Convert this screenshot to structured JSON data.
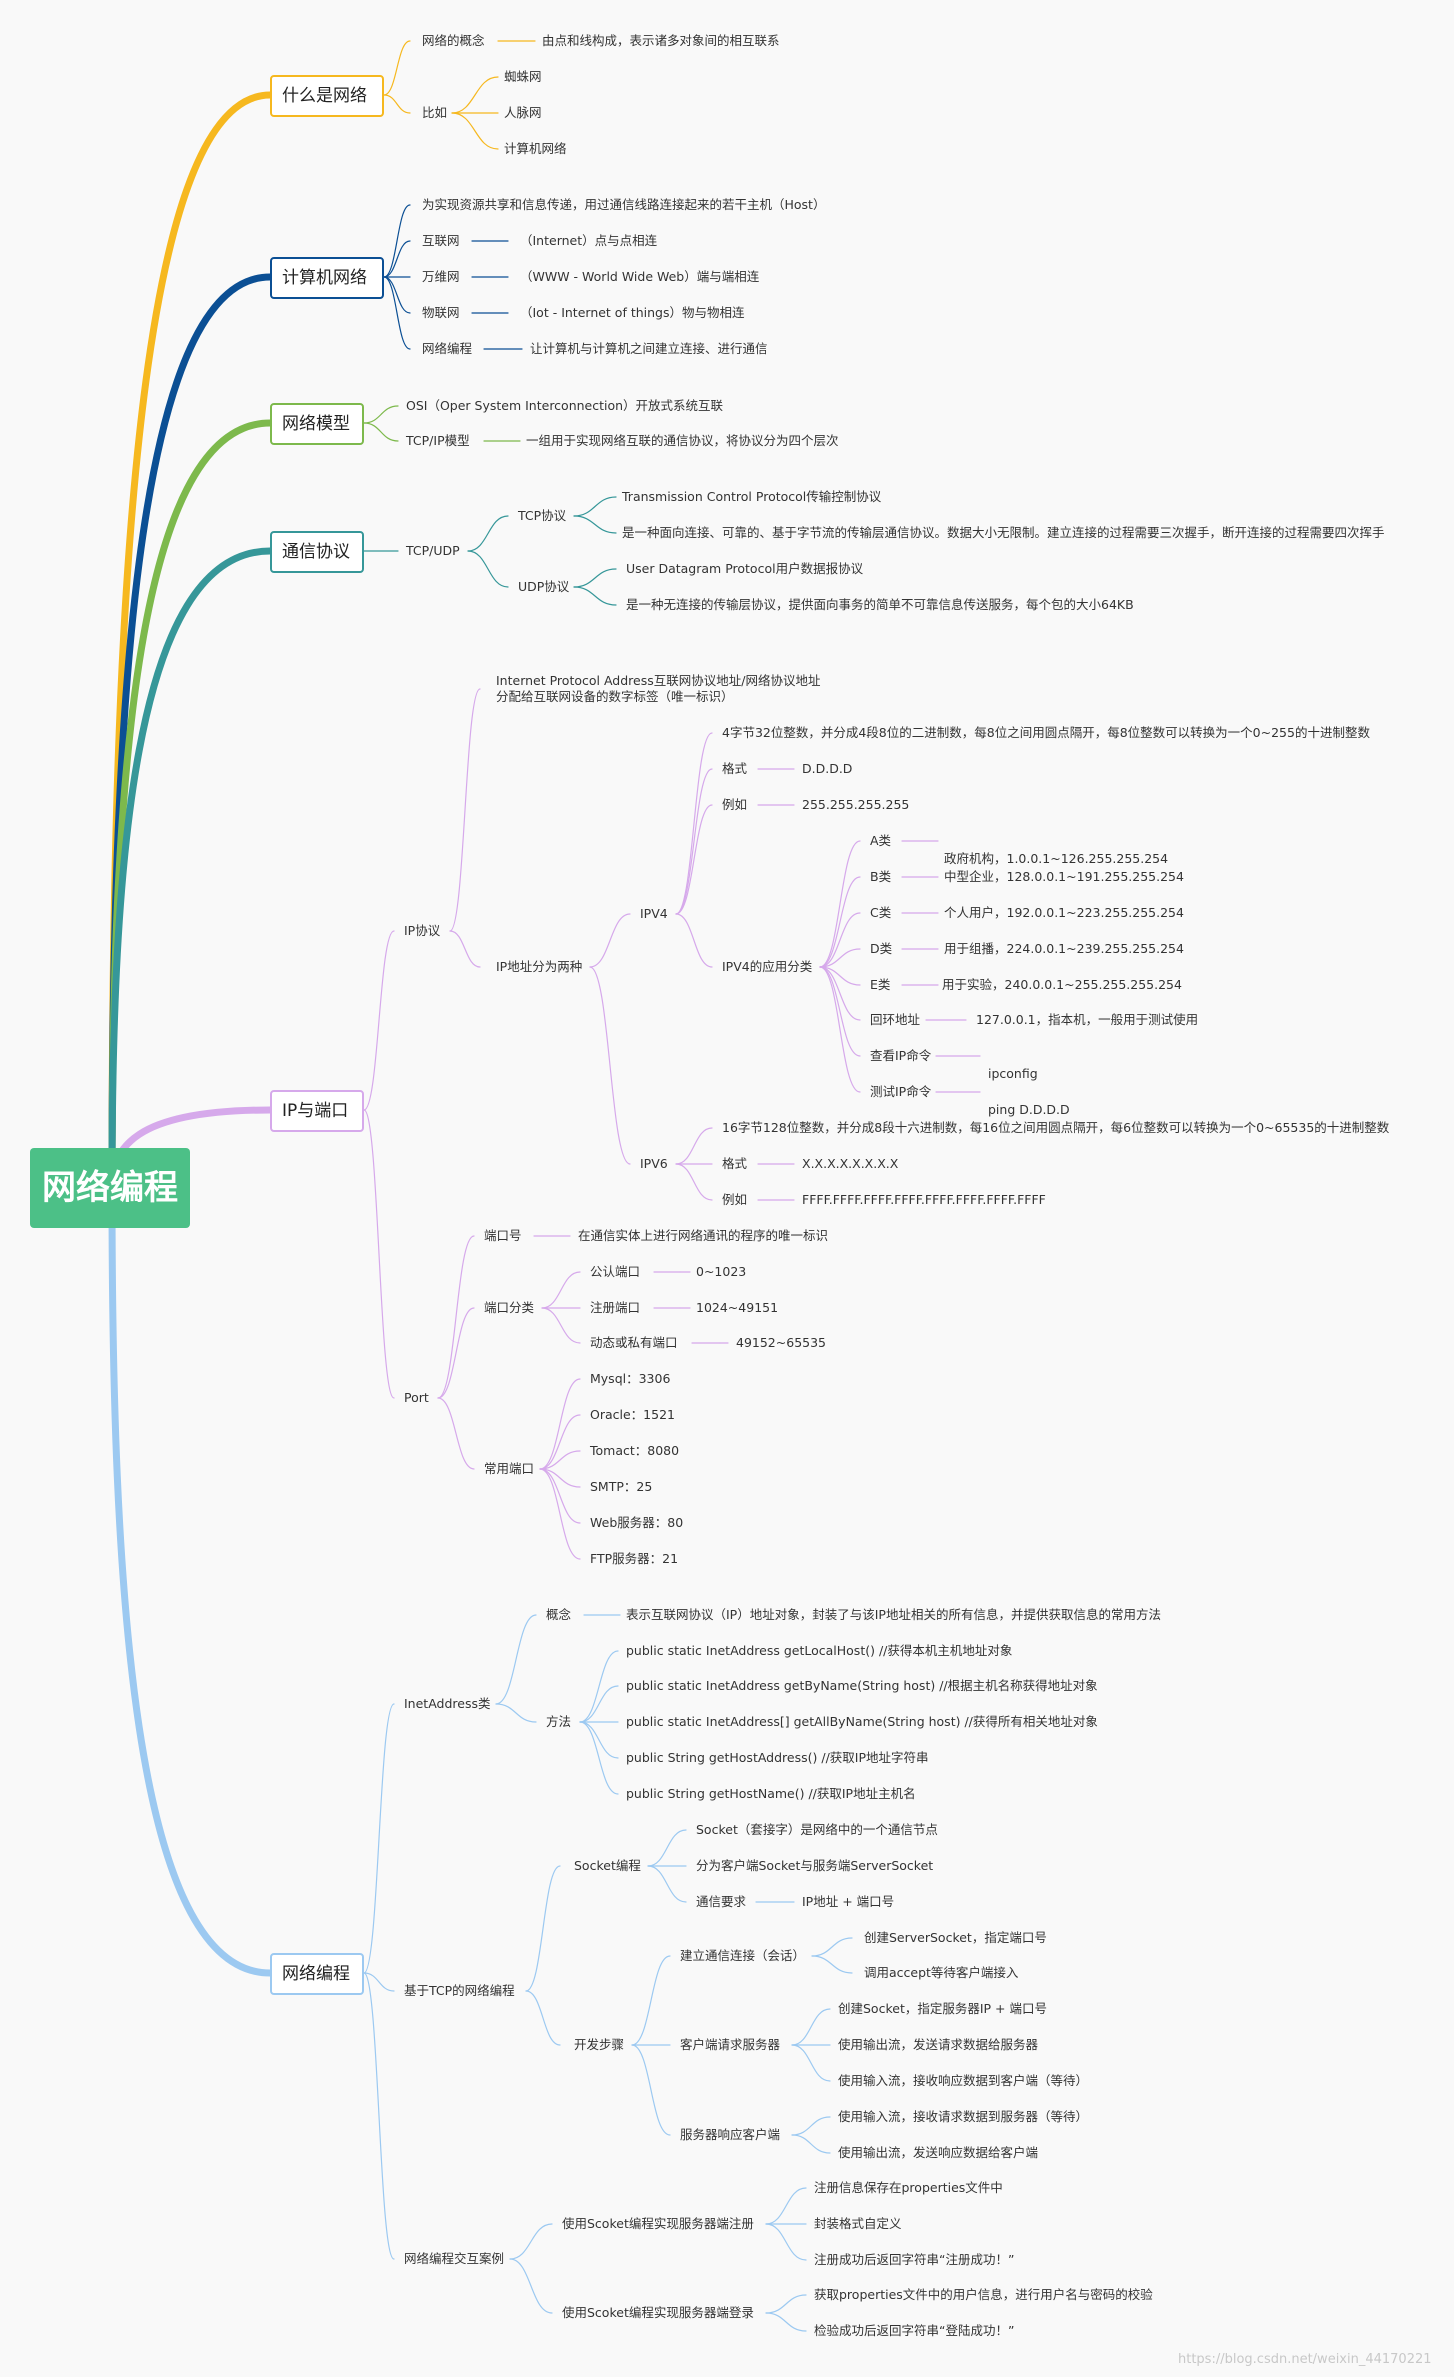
{
  "root": "网络编程",
  "watermark": "https://blog.csdn.net/weixin_44170221",
  "colors": {
    "root_bg": "#4cc087",
    "what_is_network": "#f6b81f",
    "computer_network": "#0b4f94",
    "network_model": "#7db94c",
    "protocol": "#369799",
    "ip_port": "#d6a9eb",
    "network_programming": "#9cc9f1"
  },
  "what_is_network": {
    "title": "什么是网络",
    "concept_label": "网络的概念",
    "concept_text": "由点和线构成，表示诸多对象间的相互联系",
    "example_label": "比如",
    "examples": [
      "蜘蛛网",
      "人脉网",
      "计算机网络"
    ]
  },
  "computer_network": {
    "title": "计算机网络",
    "definition": "为实现资源共享和信息传递，用过通信线路连接起来的若干主机（Host）",
    "items": [
      {
        "label": "互联网",
        "text": "（Internet）点与点相连"
      },
      {
        "label": "万维网",
        "text": "（WWW - World Wide Web）端与端相连"
      },
      {
        "label": "物联网",
        "text": "（Iot - Internet of things）物与物相连"
      },
      {
        "label": "网络编程",
        "text": "让计算机与计算机之间建立连接、进行通信"
      }
    ]
  },
  "network_model": {
    "title": "网络模型",
    "osi": "OSI（Oper System Interconnection）开放式系统互联",
    "tcpip_label": "TCP/IP模型",
    "tcpip_text": "一组用于实现网络互联的通信协议，将协议分为四个层次"
  },
  "protocol": {
    "title": "通信协议",
    "group": "TCP/UDP",
    "tcp_label": "TCP协议",
    "tcp_name": "Transmission Control Protocol传输控制协议",
    "tcp_desc": "是一种面向连接、可靠的、基于字节流的传输层通信协议。数据大小无限制。建立连接的过程需要三次握手，断开连接的过程需要四次挥手",
    "udp_label": "UDP协议",
    "udp_name": "User Datagram Protocol用户数据报协议",
    "udp_desc": "是一种无连接的传输层协议，提供面向事务的简单不可靠信息传送服务，每个包的大小64KB"
  },
  "ip_port": {
    "title": "IP与端口",
    "ip_label": "IP协议",
    "ip_def_line1": "Internet Protocol Address互联网协议地址/网络协议地址",
    "ip_def_line2": "分配给互联网设备的数字标签（唯一标识）",
    "ip_types_label": "IP地址分为两种",
    "ipv4_label": "IPV4",
    "ipv4_desc": "4字节32位整数，并分成4段8位的二进制数，每8位之间用圆点隔开，每8位整数可以转换为一个0~255的十进制整数",
    "ipv4_format_label": "格式",
    "ipv4_format": "D.D.D.D",
    "ipv4_example_label": "例如",
    "ipv4_example": "255.255.255.255",
    "ipv4_app_label": "IPV4的应用分类",
    "classes": [
      {
        "label": "A类",
        "text": "政府机构，1.0.0.1~126.255.255.254"
      },
      {
        "label": "B类",
        "text": "中型企业，128.0.0.1~191.255.255.254"
      },
      {
        "label": "C类",
        "text": "个人用户，192.0.0.1~223.255.255.254"
      },
      {
        "label": "D类",
        "text": "用于组播，224.0.0.1~239.255.255.254"
      },
      {
        "label": "E类",
        "text": "用于实验，240.0.0.1~255.255.255.254"
      },
      {
        "label": "回环地址",
        "text": "127.0.0.1，指本机，一般用于测试使用"
      },
      {
        "label": "查看IP命令",
        "text": "ipconfig"
      },
      {
        "label": "测试IP命令",
        "text": "ping D.D.D.D"
      }
    ],
    "ipv6_label": "IPV6",
    "ipv6_desc": "16字节128位整数，并分成8段十六进制数，每16位之间用圆点隔开，每6位整数可以转换为一个0~65535的十进制整数",
    "ipv6_format_label": "格式",
    "ipv6_format": "X.X.X.X.X.X.X.X",
    "ipv6_example_label": "例如",
    "ipv6_example": "FFFF.FFFF.FFFF.FFFF.FFFF.FFFF.FFFF.FFFF",
    "port_label": "Port",
    "port_no_label": "端口号",
    "port_no_text": "在通信实体上进行网络通讯的程序的唯一标识",
    "port_class_label": "端口分类",
    "port_classes": [
      {
        "label": "公认端口",
        "text": "0~1023"
      },
      {
        "label": "注册端口",
        "text": "1024~49151"
      },
      {
        "label": "动态或私有端口",
        "text": "49152~65535"
      }
    ],
    "common_ports_label": "常用端口",
    "common_ports": [
      "Mysql：3306",
      "Oracle：1521",
      "Tomact：8080",
      "SMTP：25",
      "Web服务器：80",
      "FTP服务器：21"
    ]
  },
  "network_programming": {
    "title": "网络编程",
    "inet_label": "InetAddress类",
    "inet_concept_label": "概念",
    "inet_concept": "表示互联网协议（IP）地址对象，封装了与该IP地址相关的所有信息，并提供获取信息的常用方法",
    "inet_methods_label": "方法",
    "inet_methods": [
      "public static InetAddress getLocalHost() //获得本机主机地址对象",
      "public static InetAddress getByName(String host) //根据主机名称获得地址对象",
      "public static InetAddress[] getAllByName(String host) //获得所有相关地址对象",
      "public String getHostAddress() //获取IP地址字符串",
      "public String getHostName() //获取IP地址主机名"
    ],
    "tcp_label": "基于TCP的网络编程",
    "socket_label": "Socket编程",
    "socket_items": [
      "Socket（套接字）是网络中的一个通信节点",
      "分为客户端Socket与服务端ServerSocket"
    ],
    "socket_req_label": "通信要求",
    "socket_req": "IP地址 + 端口号",
    "steps_label": "开发步骤",
    "step1_label": "建立通信连接（会话）",
    "step1": [
      "创建ServerSocket，指定端口号",
      "调用accept等待客户端接入"
    ],
    "step2_label": "客户端请求服务器",
    "step2": [
      "创建Socket，指定服务器IP + 端口号",
      "使用输出流，发送请求数据给服务器",
      "使用输入流，接收响应数据到客户端（等待）"
    ],
    "step3_label": "服务器响应客户端",
    "step3": [
      "使用输入流，接收请求数据到服务器（等待）",
      "使用输出流，发送响应数据给客户端"
    ],
    "cases_label": "网络编程交互案例",
    "case1_label": "使用Scoket编程实现服务器端注册",
    "case1": [
      "注册信息保存在properties文件中",
      "封装格式自定义",
      "注册成功后返回字符串“注册成功！”"
    ],
    "case2_label": "使用Scoket编程实现服务器端登录",
    "case2": [
      "获取properties文件中的用户信息，进行用户名与密码的校验",
      "检验成功后返回字符串“登陆成功！”"
    ]
  }
}
